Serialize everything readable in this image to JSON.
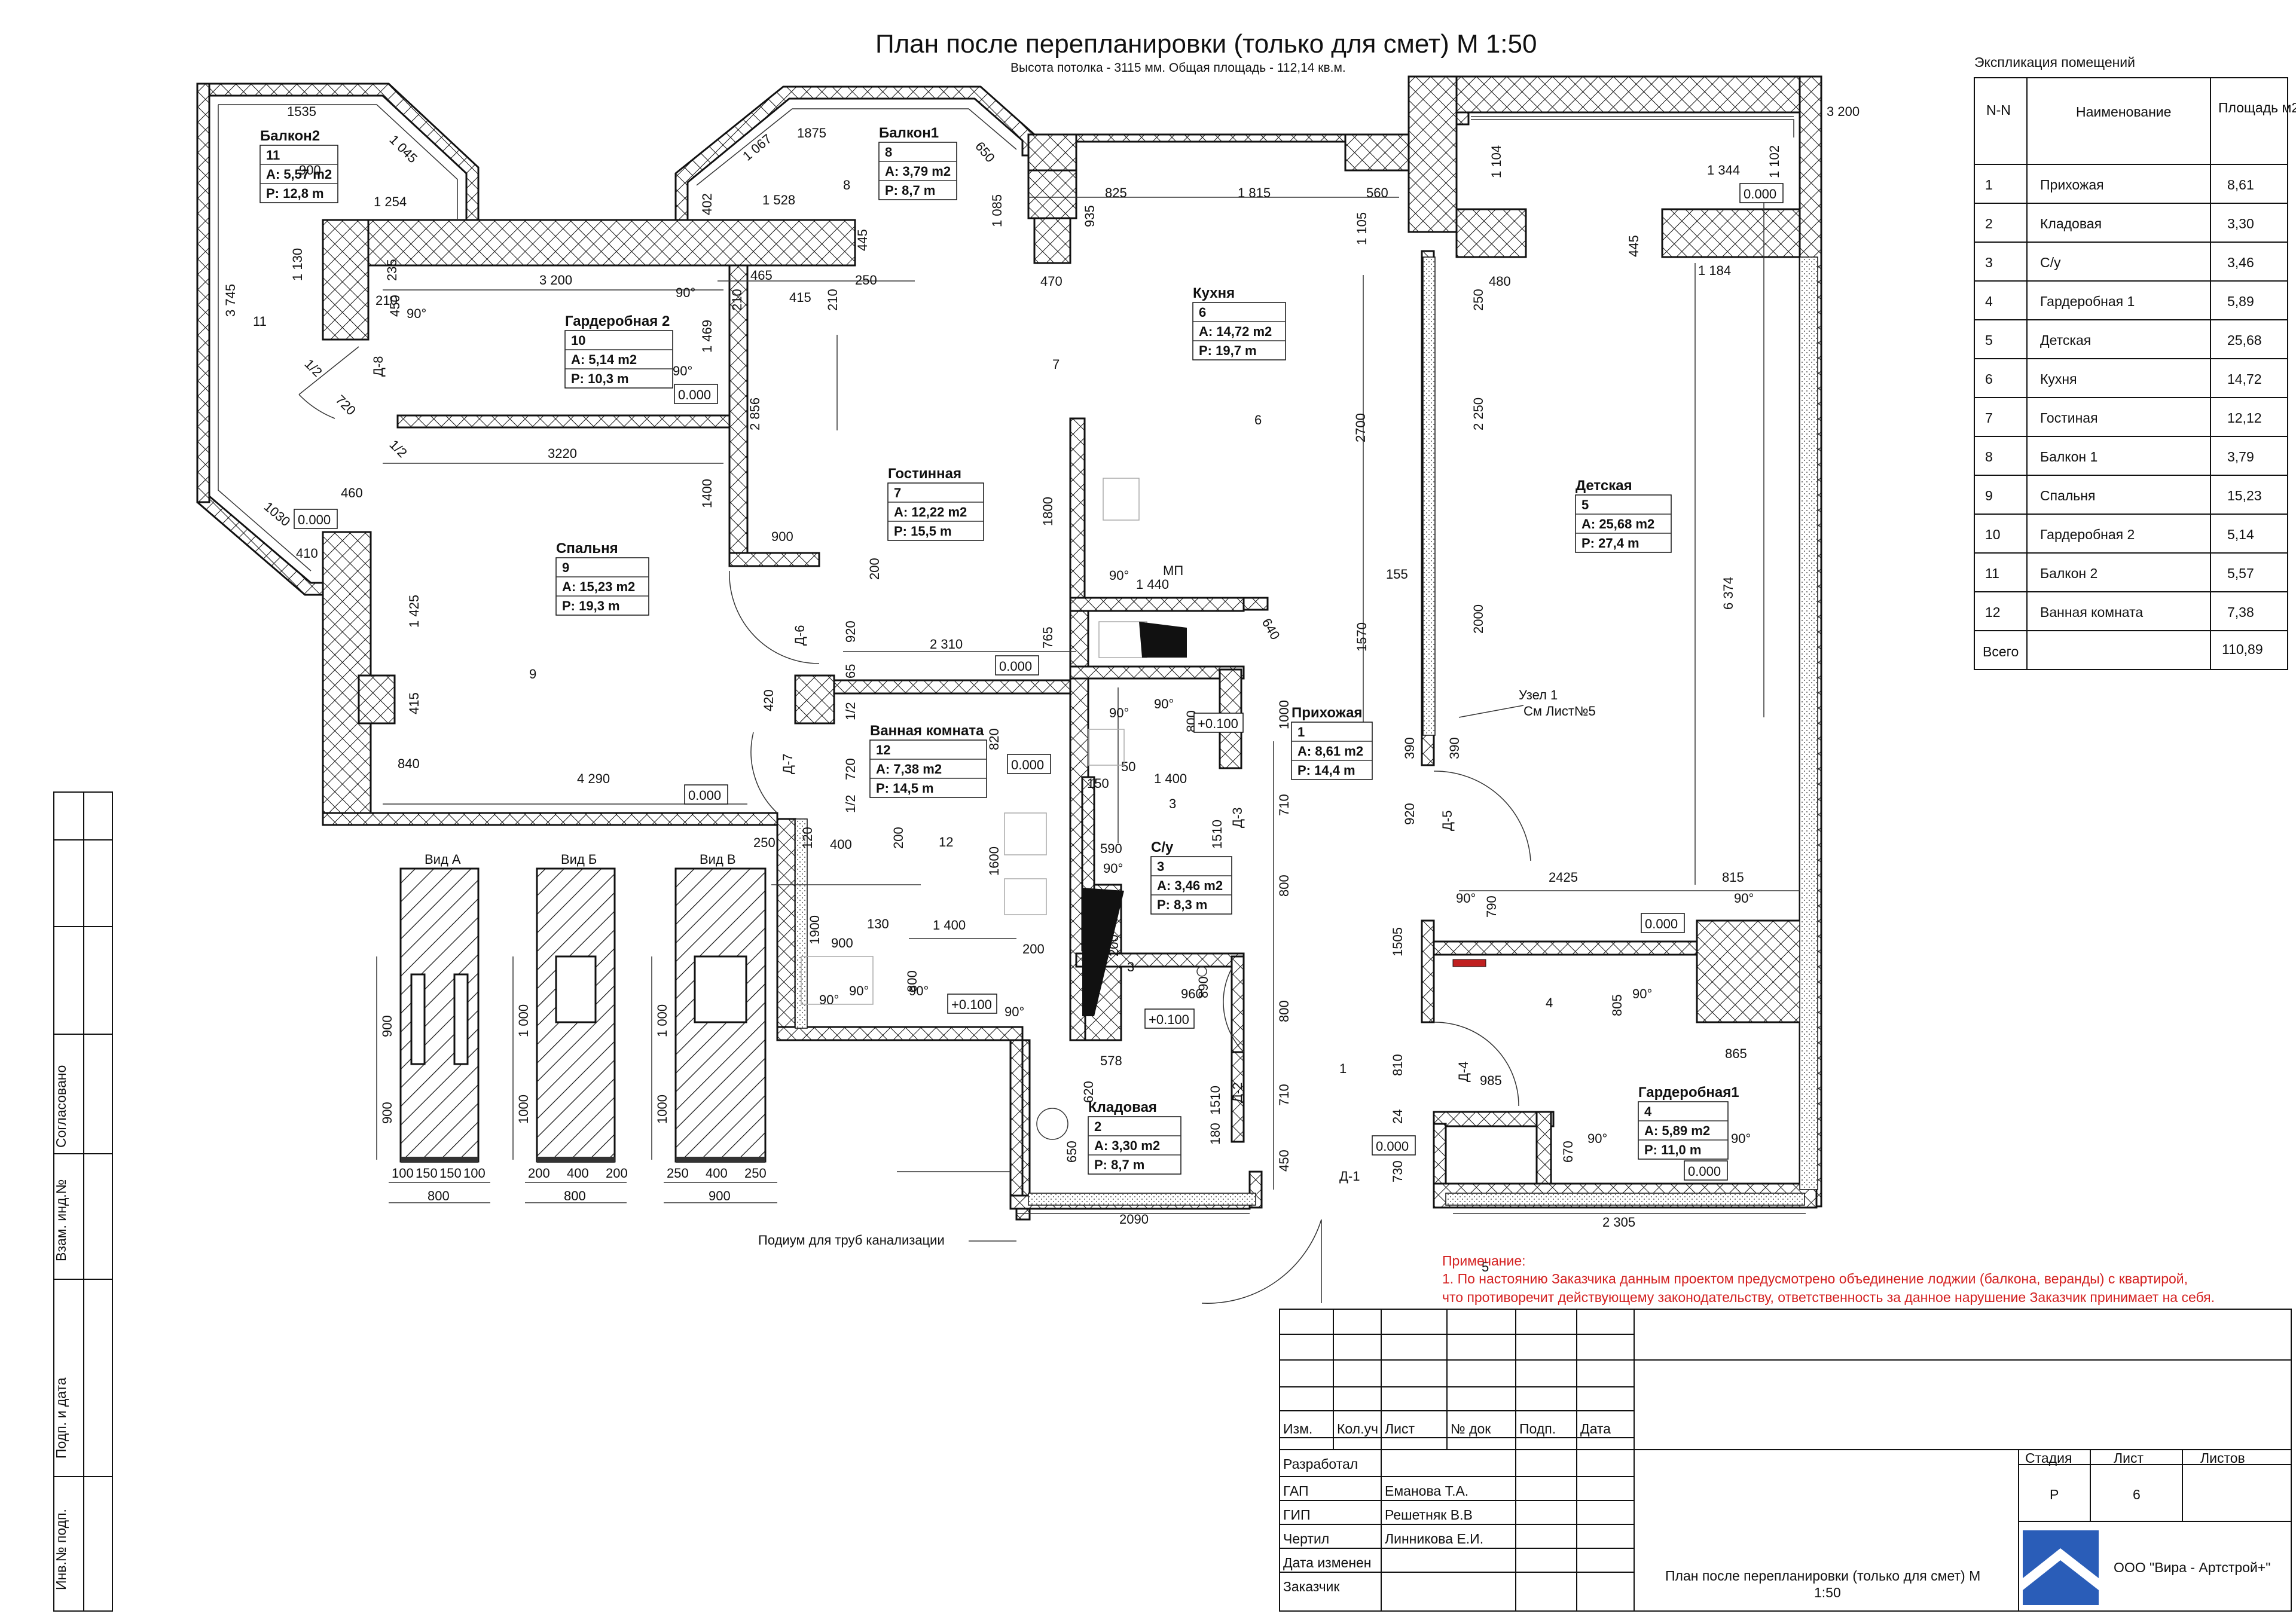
{
  "title": "План после перепланировки (только для смет) М 1:50",
  "subtitle": "Высота потолка - 3115 мм. Общая площадь - 112,14 кв.м.",
  "explication": {
    "heading": "Экспликация  помещений",
    "col_num": "N-N",
    "col_name": "Наименование",
    "col_area": "Площадь м2",
    "rows": [
      {
        "n": "1",
        "name": "Прихожая",
        "area": "8,61"
      },
      {
        "n": "2",
        "name": "Кладовая",
        "area": "3,30"
      },
      {
        "n": "3",
        "name": "С/у",
        "area": "3,46"
      },
      {
        "n": "4",
        "name": "Гардеробная 1",
        "area": "5,89"
      },
      {
        "n": "5",
        "name": "Детская",
        "area": "25,68"
      },
      {
        "n": "6",
        "name": "Кухня",
        "area": "14,72"
      },
      {
        "n": "7",
        "name": "Гостиная",
        "area": "12,12"
      },
      {
        "n": "8",
        "name": "Балкон 1",
        "area": "3,79"
      },
      {
        "n": "9",
        "name": "Спальня",
        "area": "15,23"
      },
      {
        "n": "10",
        "name": "Гардеробная 2",
        "area": "5,14"
      },
      {
        "n": "11",
        "name": "Балкон 2",
        "area": "5,57"
      },
      {
        "n": "12",
        "name": "Ванная комната",
        "area": "7,38"
      }
    ],
    "total_label": "Всего",
    "total_value": "110,89"
  },
  "rooms": {
    "balcony2": {
      "name": "Балкон2",
      "num": "11",
      "a": "A: 5,57 m2",
      "p": "P: 12,8 m"
    },
    "balcony1": {
      "name": "Балкон1",
      "num": "8",
      "a": "A: 3,79 m2",
      "p": "P: 8,7 m"
    },
    "wardrobe2": {
      "name": "Гардеробная 2",
      "num": "10",
      "a": "A: 5,14 m2",
      "p": "P: 10,3 m"
    },
    "kitchen": {
      "name": "Кухня",
      "num": "6",
      "a": "A: 14,72 m2",
      "p": "P: 19,7 m"
    },
    "living": {
      "name": "Гостинная",
      "num": "7",
      "a": "A: 12,22 m2",
      "p": "P: 15,5 m"
    },
    "bedroom": {
      "name": "Спальня",
      "num": "9",
      "a": "A: 15,23 m2",
      "p": "P: 19,3 m"
    },
    "kids": {
      "name": "Детская",
      "num": "5",
      "a": "A: 25,68 m2",
      "p": "P: 27,4 m"
    },
    "bath": {
      "name": "Ванная комната",
      "num": "12",
      "a": "A: 7,38 m2",
      "p": "P: 14,5 m"
    },
    "hall": {
      "name": "Прихожая",
      "num": "1",
      "a": "A: 8,61 m2",
      "p": "P: 14,4 m"
    },
    "wc": {
      "name": "С/у",
      "num": "3",
      "a": "A: 3,46 m2",
      "p": "P: 8,3 m"
    },
    "storage": {
      "name": "Кладовая",
      "num": "2",
      "a": "A: 3,30 m2",
      "p": "P: 8,7 m"
    },
    "wardrobe1": {
      "name": "Гардеробная1",
      "num": "4",
      "a": "A: 5,89 m2",
      "p": "P: 11,0 m"
    }
  },
  "room_numbers": [
    "11",
    "8",
    "7",
    "6",
    "9",
    "5",
    "3",
    "12",
    "1",
    "4"
  ],
  "doors": [
    "Д-8",
    "Д-6",
    "Д-7",
    "Д-3",
    "Д-2",
    "Д-5",
    "Д-4",
    "Д-1"
  ],
  "levels": [
    "0.000",
    "+0.100",
    "+0.100",
    "+0.100"
  ],
  "misc": {
    "mp": "МП",
    "node_ref_1": "Узел 1",
    "node_ref_2": "См Лист№5",
    "podium": "Подиум для труб канализации",
    "angle": "90°"
  },
  "views": [
    {
      "label": "Вид А",
      "bottom": [
        "100",
        "150",
        "150",
        "100"
      ],
      "total": "800",
      "side": [
        "900",
        "900"
      ]
    },
    {
      "label": "Вид Б",
      "bottom": [
        "200",
        "400",
        "200"
      ],
      "total": "800",
      "side": [
        "1 000",
        "1000"
      ]
    },
    {
      "label": "Вид В",
      "bottom": [
        "250",
        "400",
        "250"
      ],
      "total": "900",
      "side": [
        "1 000",
        "1000"
      ]
    }
  ],
  "note": {
    "head": "Примечание:",
    "line1": "1. По настоянию Заказчика данным проектом  предусмотрено  объединение лоджии (балкона, веранды) с квартирой,",
    "line2": "что противоречит действующему законодательству, ответственность за данное нарушение Заказчик принимает на себя."
  },
  "stamp": {
    "cols": [
      "Изм.",
      "Кол.уч",
      "Лист",
      "№ док",
      "Подп.",
      "Дата"
    ],
    "roles": [
      "Разработал",
      "ГАП",
      "ГИП",
      "Чертил",
      "Дата изменен",
      "Заказчик"
    ],
    "names": [
      "",
      "Еманова Т.А.",
      "Решетняк В.В",
      "Линникова Е.И.",
      "",
      ""
    ],
    "stage_label": "Стадия",
    "sheet_label": "Лист",
    "sheets_label": "Листов",
    "stage": "Р",
    "sheet": "6",
    "sheets": "",
    "doc_title_1": "План после перепланировки (только для смет) М",
    "doc_title_2": "1:50",
    "company": "ООО \"Вира - Артстрой+\""
  },
  "side_stamp": [
    "Согласовано",
    "Взам. инд.№",
    "Подп. и дата",
    "Инв.№ подп."
  ]
}
